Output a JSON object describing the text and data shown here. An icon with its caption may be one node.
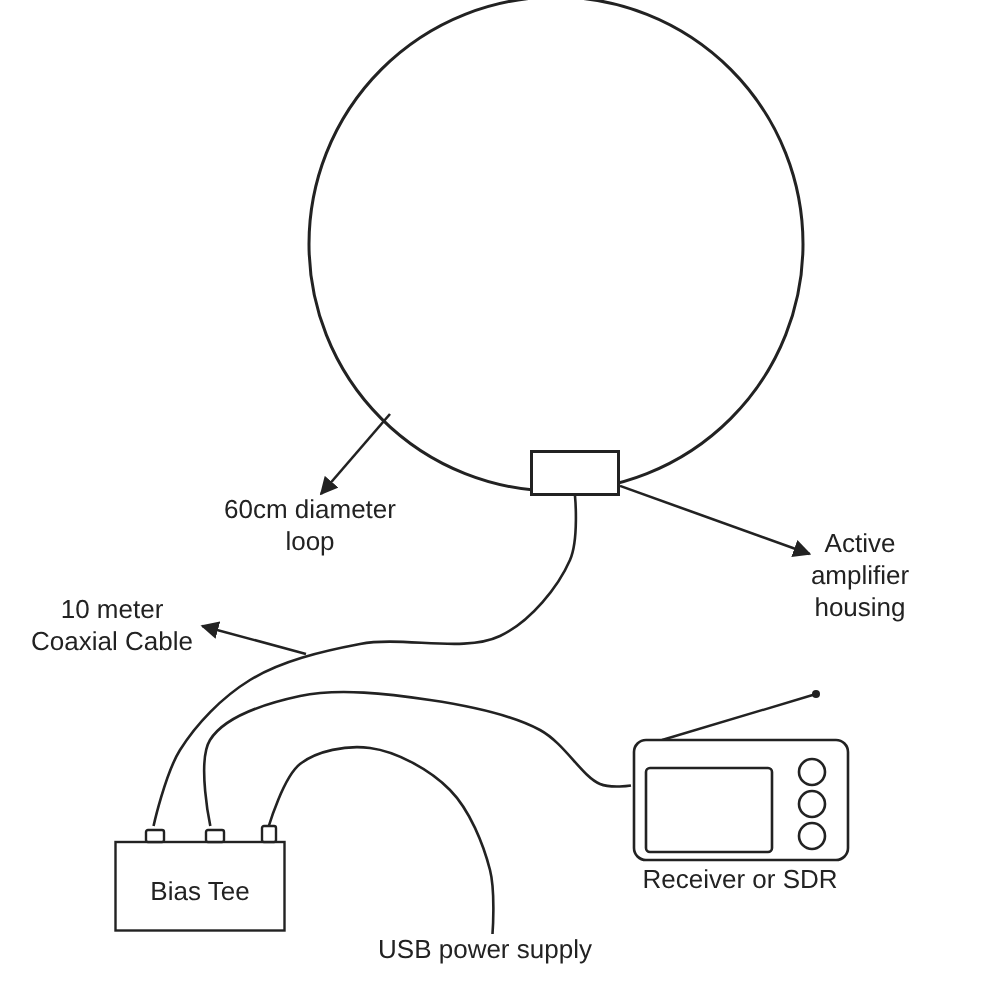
{
  "diagram": {
    "nodes": [
      {
        "text": [],
        "shape": "circle"
      },
      {
        "text": [],
        "shape": "box",
        "in": 0
      },
      {
        "text": [
          "60cm diameter loop"
        ]
      },
      {
        "text": [
          "Active amplifier housing"
        ]
      },
      {
        "text": [
          "10 meter Coaxial Cable"
        ]
      },
      {
        "text": [
          "Bias Tee"
        ]
      },
      {
        "text": [
          "Receiver or SDR"
        ]
      },
      {
        "text": [
          "USB power supply"
        ]
      }
    ],
    "edges": [
      {
        "from": 0,
        "to": 2,
        "arrow": "to"
      },
      {
        "from": 1,
        "to": 3,
        "arrow": "to"
      },
      {
        "from": null,
        "to": 4,
        "arrow": "to"
      },
      {
        "from": 1,
        "to": 5,
        "arrow": "none"
      },
      {
        "from": 5,
        "to": 6,
        "arrow": "none"
      },
      {
        "from": 5,
        "to": 7,
        "arrow": "none"
      }
    ]
  }
}
